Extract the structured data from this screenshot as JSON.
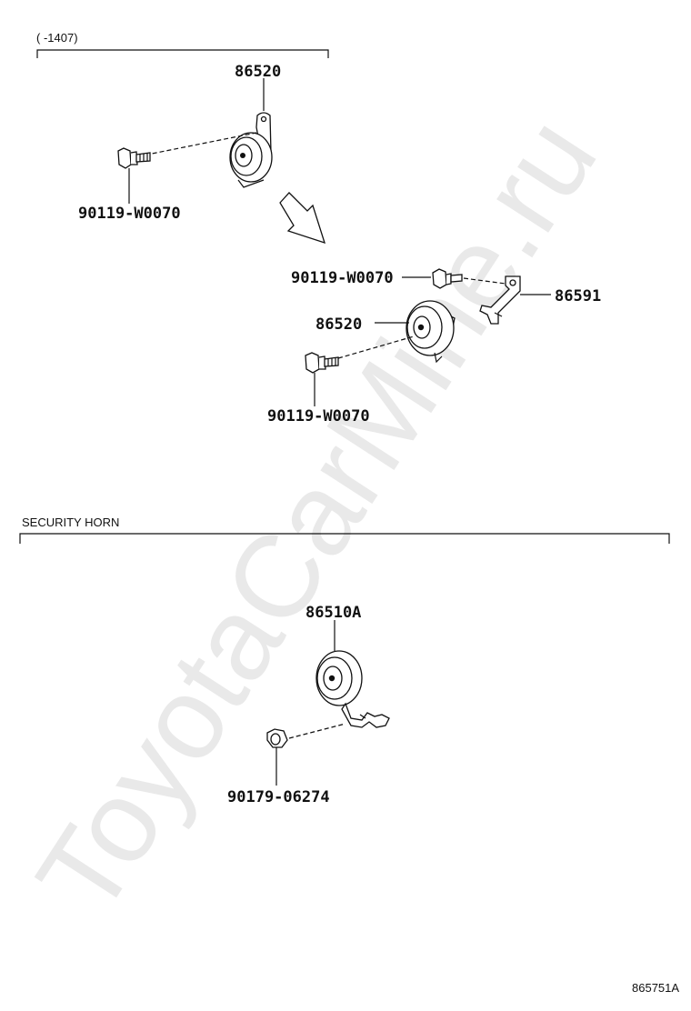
{
  "watermark": "ToyotaCarMine.ru",
  "group_top": {
    "range_label": "(      -1407)"
  },
  "group_bottom": {
    "title": "SECURITY HORN"
  },
  "parts": {
    "horn_top": "86520",
    "bolt_top": "90119-W0070",
    "bolt_bracket": "90119-W0070",
    "bracket": "86591",
    "horn_mid": "86520",
    "bolt_mid": "90119-W0070",
    "security_horn": "86510A",
    "nut_security": "90179-06274"
  },
  "diagram_id": "865751A"
}
